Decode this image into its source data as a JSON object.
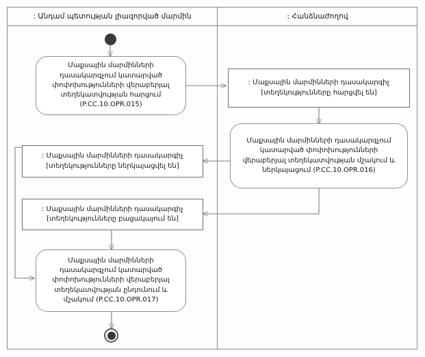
{
  "diagram": {
    "type": "uml-activity-diagram",
    "lanes": [
      {
        "id": "lane-member-state",
        "title": ": Անդամ պետության լիազորված մարմին"
      },
      {
        "id": "lane-commission",
        "title": ": Հանձնաժողով"
      }
    ],
    "nodes": [
      {
        "id": "initial",
        "kind": "initial-node",
        "lane": "lane-member-state",
        "label": ""
      },
      {
        "id": "action-015",
        "kind": "action",
        "lane": "lane-member-state",
        "label": "Մաքսային մարմինների դասակարգչում կատարված փոփոխությունների վերաբերյալ տեղեկատվության հարցում (P.CC.10.OPR.015)"
      },
      {
        "id": "object-requested",
        "kind": "object-node",
        "lane": "lane-commission",
        "label": ": Մաքսային մարմինների դասակարգիչ [տեղեկությունները հարցվել են]"
      },
      {
        "id": "action-016",
        "kind": "action",
        "lane": "lane-commission",
        "label": "Մաքսային մարմինների դասակարգչում կատարված փոփոխությունների վերաբերյալ տեղեկատվության մշակում և ներկայացում (P.CC.10.OPR.016)"
      },
      {
        "id": "object-presented",
        "kind": "object-node",
        "lane": "lane-member-state",
        "label": ": Մաքսային մարմինների դասակարգիչ [տեղեկությունները ներկայացվել են]"
      },
      {
        "id": "object-absent",
        "kind": "object-node",
        "lane": "lane-member-state",
        "label": ": Մաքսային մարմինների դասակարգիչ [տեղեկությունները բացակայում են]"
      },
      {
        "id": "action-017",
        "kind": "action",
        "lane": "lane-member-state",
        "label": "Մաքսային մարմինների դասակարգչում կատարված փոփոխությունների վերաբերյալ տեղեկատվության ընդունում և մշակում (P.CC.10.OPR.017)"
      },
      {
        "id": "final",
        "kind": "final-node",
        "lane": "lane-member-state",
        "label": ""
      }
    ]
  },
  "colors": {
    "frame_stroke": "#8a8a8a",
    "node_stroke": "#8e8e8e",
    "object_stroke": "#6f6f6f",
    "edge_stroke": "#7e7e7e",
    "node_fill": "#ffffff",
    "terminal_fill": "#3a3a3a",
    "background": "#fdfdfd",
    "text": "#141414"
  }
}
